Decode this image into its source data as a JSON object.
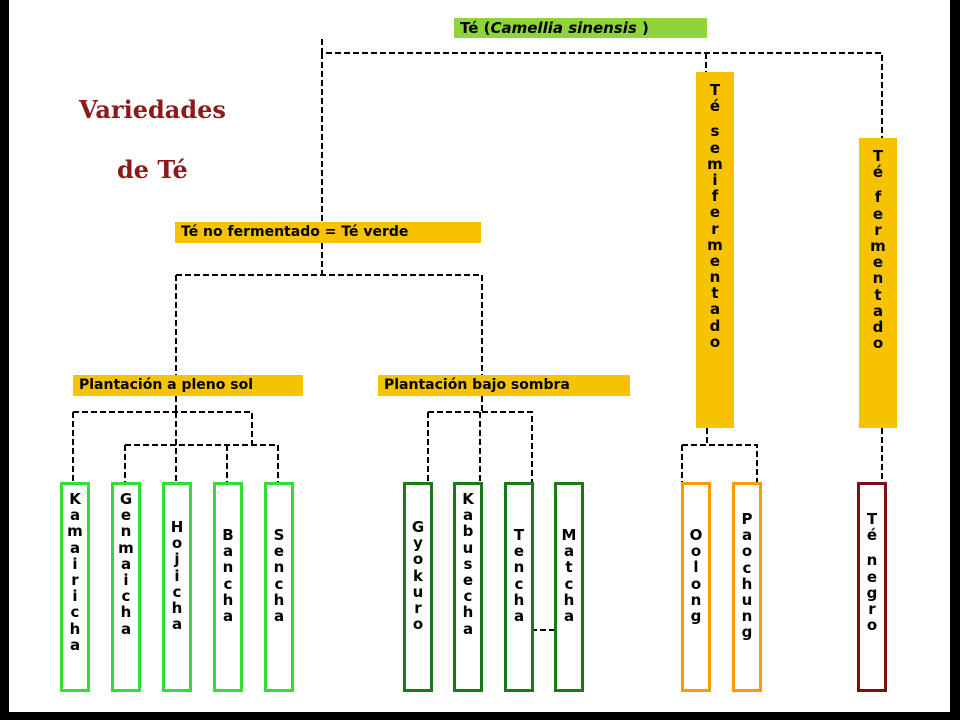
{
  "title": {
    "line1": "Variedades",
    "line2": "de Té"
  },
  "root": {
    "text": "Té (",
    "species": "Camellia sinensis",
    "close": " )"
  },
  "categories": {
    "unfermented": "Té no fermentado = Té verde",
    "semifermented": "Té semifermentado",
    "fermented": "Té fermentado"
  },
  "plantations": {
    "full_sun": "Plantación a pleno sol",
    "shade": "Plantación bajo sombra"
  },
  "varieties": {
    "full_sun": [
      "Kamairicha",
      "Genmaicha",
      "Hojicha",
      "Bancha",
      "Sencha"
    ],
    "shade": [
      "Gyokuro",
      "Kabusecha",
      "Tencha",
      "Matcha"
    ],
    "semifermented": [
      "Oolong",
      "Paochung"
    ],
    "fermented": [
      "Té negro"
    ]
  },
  "colors": {
    "yellow": "#f7c200",
    "green_root": "#8fd43a",
    "full_sun_border": "#33dd33",
    "shade_border": "#1a7a1a",
    "semifermented_border": "#ff9900",
    "fermented_border": "#7a1010",
    "title": "#8b1a1a"
  }
}
